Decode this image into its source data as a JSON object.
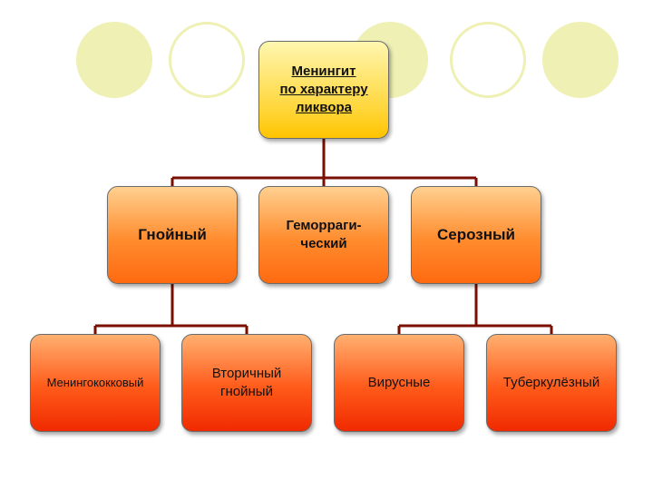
{
  "root": {
    "label": "Менингит\nпо характеру\nликвора"
  },
  "types": [
    {
      "label": "Гнойный"
    },
    {
      "label": "Геморраги-\nческий"
    },
    {
      "label": "Серозный"
    }
  ],
  "subtypes": [
    {
      "label": "Менингококковый"
    },
    {
      "label": "Вторичный\nгнойный"
    },
    {
      "label": "Вирусные"
    },
    {
      "label": "Туберкулёзный"
    }
  ],
  "colors": {
    "decoration": "#eef0b4",
    "connector": "#7a0f00",
    "root_fill": "#ffd63a",
    "type_fill": "#ff8c2e",
    "subtype_fill": "#ff5a1a"
  }
}
